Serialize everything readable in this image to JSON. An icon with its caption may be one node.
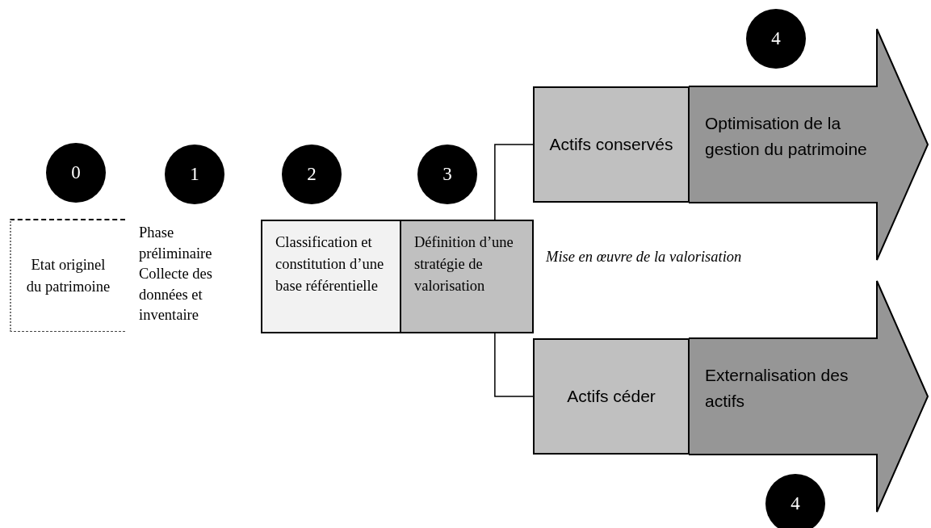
{
  "diagram": {
    "nodes": [
      {
        "text": [
          "0"
        ]
      },
      {
        "text": [
          "1"
        ]
      },
      {
        "text": [
          "2"
        ]
      },
      {
        "text": [
          "3"
        ]
      },
      {
        "text": [
          "4"
        ]
      },
      {
        "text": [
          "Etat originel du patrimoine"
        ]
      },
      {
        "text": [
          "Classification et constitution d’une base référentielle"
        ]
      },
      {
        "text": [
          "Définition d’une stratégie de valorisation"
        ]
      },
      {
        "text": [
          "Actifs conservés"
        ]
      },
      {
        "text": [
          "Optimisation de la gestion du patrimoine"
        ]
      },
      {
        "text": [
          "Actifs céder"
        ]
      },
      {
        "text": [
          "Externalisation des actifs"
        ]
      },
      {
        "text": [
          "4"
        ]
      }
    ],
    "edges": [
      {
        "from": 7,
        "to": 8,
        "arrow": "none"
      },
      {
        "from": 7,
        "to": 10,
        "arrow": "none"
      }
    ],
    "labels": [
      "Phase préliminaire Collecte des données et inventaire",
      "Mise en œuvre de la valorisation"
    ]
  }
}
